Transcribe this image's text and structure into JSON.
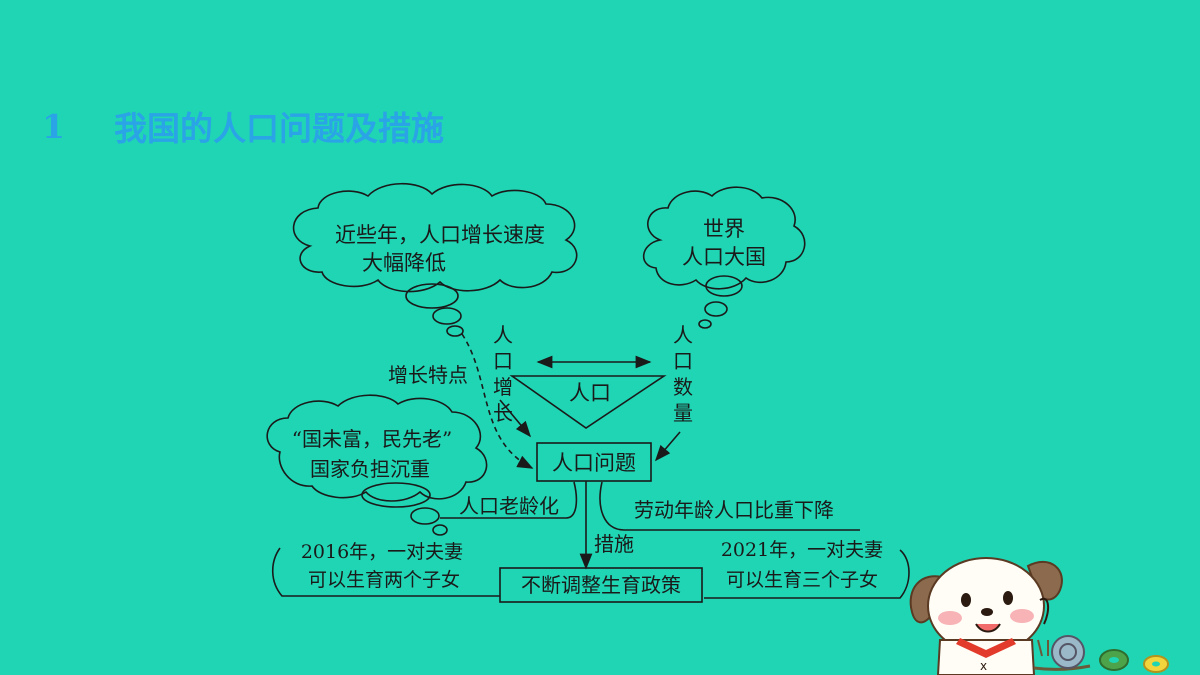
{
  "heading": {
    "number": "1",
    "text": "我国的人口问题及措施"
  },
  "diagram": {
    "cloud_left_top": [
      "近些年，人口增长速度",
      "大幅降低"
    ],
    "cloud_right_top": [
      "世界",
      "人口大国"
    ],
    "cloud_left_mid": [
      "“国未富，民先老”",
      "国家负担沉重"
    ],
    "label_growth_feature": "增长特点",
    "label_population_growth": [
      "人",
      "口",
      "增",
      "长"
    ],
    "label_population_size": [
      "人",
      "口",
      "数",
      "量"
    ],
    "center_triangle": "人口",
    "center_box": "人口问题",
    "label_aging": "人口老龄化",
    "label_labor_decline": "劳动年龄人口比重下降",
    "label_measures": "措施",
    "policy_box": "不断调整生育政策",
    "note_2016": [
      "2016年，一对夫妻",
      "可以生育两个子女"
    ],
    "note_2021": [
      "2021年，一对夫妻",
      "可以生育三个子女"
    ]
  },
  "colors": {
    "background": "#1fd5b4",
    "heading": "#2aa4e6",
    "ink": "#1a1a1a",
    "cloud_fill": "#1fd5b4"
  },
  "icons": {
    "mascot": "puppy-mascot-icon",
    "snail": "snail-icon",
    "donut": "donut-icon"
  }
}
